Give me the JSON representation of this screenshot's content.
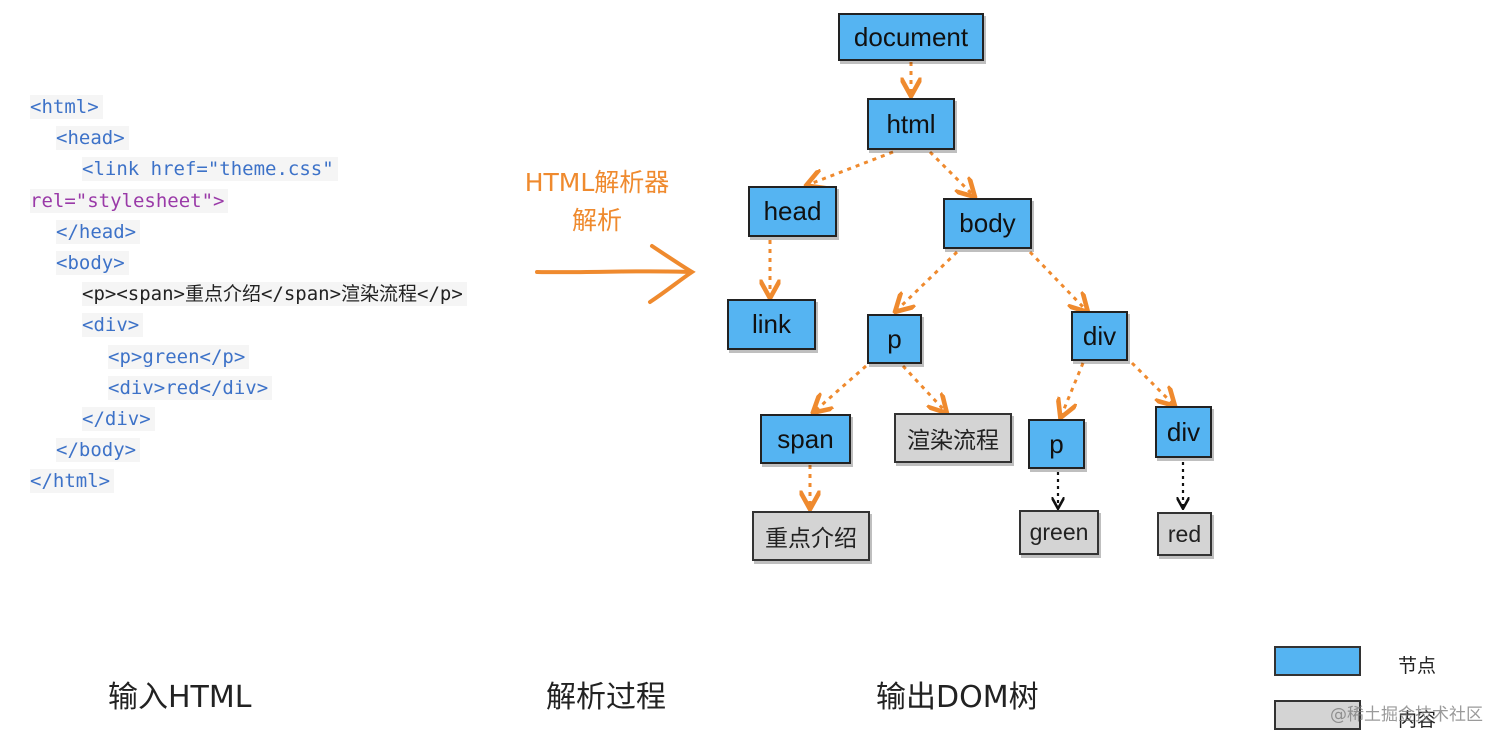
{
  "code": {
    "lines": [
      "<html>",
      "<head>",
      "<link href=\"theme.css\"",
      "rel=\"stylesheet\">",
      "</head>",
      "<body>",
      "<p><span>重点介绍</span>渲染流程</p>",
      "<div>",
      "<p>green</p>",
      "<div>red</div>",
      "</div>",
      "</body>",
      "</html>"
    ]
  },
  "parser_label": {
    "line1": "HTML解析器",
    "line2": "解析"
  },
  "tree": {
    "nodes": {
      "document": "document",
      "html": "html",
      "head": "head",
      "body": "body",
      "link": "link",
      "p1": "p",
      "div1": "div",
      "span": "span",
      "p2": "p",
      "div2": "div"
    },
    "contents": {
      "c_span": "重点介绍",
      "c_p1": "渲染流程",
      "c_p2": "green",
      "c_div2": "red"
    }
  },
  "captions": {
    "input": "输入HTML",
    "process": "解析过程",
    "output": "输出DOM树"
  },
  "legend": {
    "node_label": "节点",
    "content_label": "内容",
    "node_color": "#55b4f2",
    "content_color": "#d4d4d4"
  },
  "watermark": "@稀土掘金技术社区",
  "colors": {
    "arrow_orange": "#ef8a2e",
    "tag_blue": "#3d72c8",
    "attr_purple": "#9a3aa8",
    "string_green": "#3d8a5c"
  }
}
